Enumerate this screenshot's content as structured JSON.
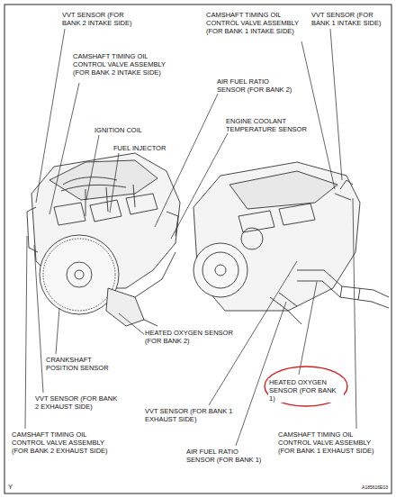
{
  "diagram": {
    "labels": [
      "VVT SENSOR (FOR BANK 2 INTAKE SIDE)",
      "CAMSHAFT TIMING OIL CONTROL VALVE ASSEMBLY (FOR BANK 1 INTAKE SIDE)",
      "VVT SENSOR (FOR BANK 1 INTAKE SIDE)",
      "CAMSHAFT TIMING OIL CONTROL VALVE ASSEMBLY (FOR BANK 2 INTAKE SIDE)",
      "AIR FUEL RATIO SENSOR (FOR BANK 2)",
      "IGNITION COIL",
      "FUEL INJECTOR",
      "ENGINE COOLANT TEMPERATURE SENSOR",
      "HEATED OXYGEN SENSOR (FOR BANK 2)",
      "CRANKSHAFT POSITION SENSOR",
      "VVT SENSOR (FOR BANK 2 EXHAUST SIDE)",
      "HEATED OXYGEN SENSOR (FOR BANK 1)",
      "VVT SENSOR (FOR BANK 1 EXHAUST SIDE)",
      "CAMSHAFT TIMING OIL CONTROL VALVE ASSEMBLY (FOR BANK 2 EXHAUST SIDE)",
      "AIR FUEL RATIO SENSOR (FOR BANK 1)",
      "CAMSHAFT TIMING OIL CONTROL VALVE ASSEMBLY (FOR BANK 1 EXHAUST SIDE)",
      "Y",
      "A185616E03"
    ]
  }
}
